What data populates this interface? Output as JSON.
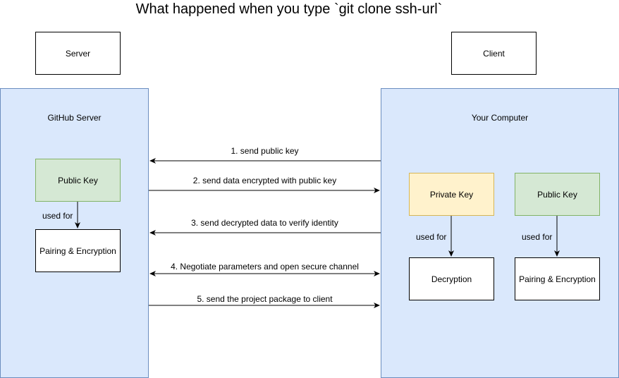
{
  "title": "What happened when you type `git clone ssh-url`",
  "server_label": "Server",
  "client_label": "Client",
  "github_panel": {
    "title": "GitHub Server",
    "public_key": "Public Key",
    "used_for": "used for",
    "pairing": "Pairing & Encryption"
  },
  "computer_panel": {
    "title": "Your Computer",
    "private_key": "Private Key",
    "public_key": "Public Key",
    "used_for_private": "used for",
    "used_for_public": "used for",
    "decryption": "Decryption",
    "pairing": "Pairing & Encryption"
  },
  "messages": [
    "1. send public key",
    "2. send data encrypted with public key",
    "3. send decrypted data to verify identity",
    "4. Negotiate parameters and open secure channel",
    "5. send the project package to client"
  ],
  "colors": {
    "panel_fill": "#dae8fc",
    "panel_stroke": "#6c8ebf",
    "green_fill": "#d5e8d4",
    "green_stroke": "#82b366",
    "yellow_fill": "#fff2cc",
    "yellow_stroke": "#d6b656"
  }
}
